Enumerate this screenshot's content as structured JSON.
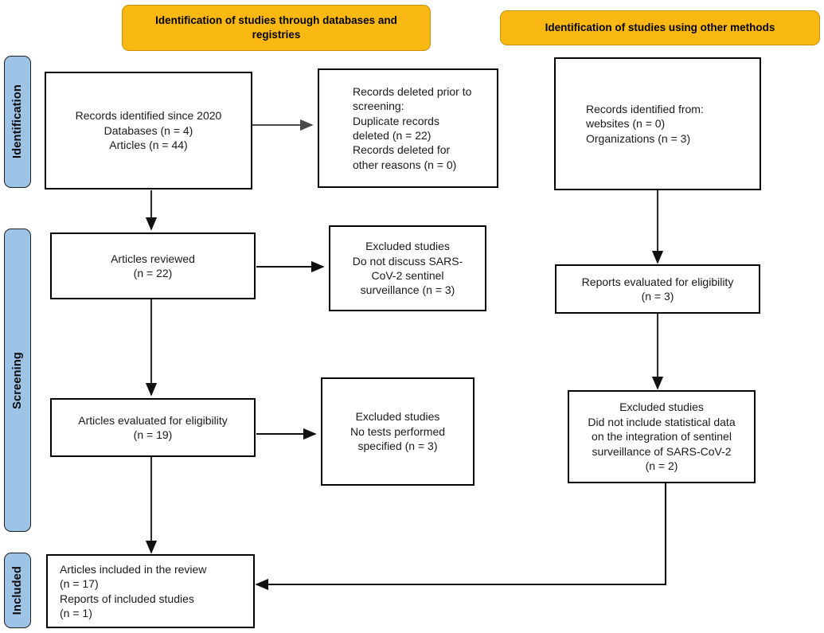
{
  "diagram": {
    "type": "prisma-flow-diagram",
    "title": "PRISMA flow diagram",
    "colors": {
      "banner_fill": "#FAB813",
      "banner_border": "#C98F08",
      "stagebar_fill": "#9DC3E6",
      "stagebar_border": "#1F1F1F",
      "box_fill": "#FFFFFF",
      "box_border": "#000000",
      "connector": "#000000",
      "text": "#1A1A1A"
    }
  },
  "banners": [
    {
      "id": "databases-registries",
      "label": "Identification of studies through databases and registries"
    },
    {
      "id": "other-methods",
      "label": "Identification of studies using other methods"
    }
  ],
  "stage_bars": [
    {
      "id": "identification",
      "label": "Identification"
    },
    {
      "id": "screening",
      "label": "Screening"
    },
    {
      "id": "included",
      "label": "Included"
    }
  ],
  "boxes": {
    "records_identified": {
      "id": "records-identified",
      "align": "center",
      "text": "Records identified since 2020\nDatabases (n = 4)\nArticles (n = 44)"
    },
    "records_deleted": {
      "id": "records-deleted-prior-to-screening",
      "align": "left",
      "text": "Records deleted prior to\nscreening:\nDuplicate records\ndeleted (n = 22)\nRecords deleted for\nother reasons (n = 0)"
    },
    "records_identified_other": {
      "id": "records-identified-other-methods",
      "align": "left",
      "text": "Records identified from:\nwebsites (n = 0)\nOrganizations (n = 3)"
    },
    "articles_reviewed": {
      "id": "articles-reviewed",
      "align": "center",
      "text": "Articles reviewed\n(n = 22)"
    },
    "excluded_no_discuss": {
      "id": "excluded-do-not-discuss",
      "align": "center",
      "text": "Excluded studies\nDo not discuss SARS-\nCoV-2 sentinel\nsurveillance (n = 3)"
    },
    "reports_evaluated": {
      "id": "reports-evaluated-for-eligibility",
      "align": "center",
      "text": "Reports evaluated for eligibility\n(n = 3)"
    },
    "articles_evaluated": {
      "id": "articles-evaluated-for-eligibility",
      "align": "center",
      "text": "Articles evaluated for eligibility\n(n = 19)"
    },
    "excluded_no_tests": {
      "id": "excluded-no-tests-performed",
      "align": "center",
      "text": "Excluded studies\nNo tests performed\nspecified (n = 3)"
    },
    "excluded_no_stats": {
      "id": "excluded-no-statistical-data",
      "align": "center",
      "text": "Excluded studies\nDid not include statistical data\non the integration of sentinel\nsurveillance of SARS-CoV-2\n(n = 2)"
    },
    "articles_included": {
      "id": "articles-included-in-review",
      "align": "left",
      "text": "Articles included in the review\n(n = 17)\nReports of included studies\n(n = 1)"
    }
  },
  "counts": {
    "databases": 4,
    "articles": 44,
    "duplicate_records_deleted": 22,
    "records_deleted_other_reasons": 0,
    "websites": 0,
    "organizations": 3,
    "articles_reviewed": 22,
    "excluded_do_not_discuss": 3,
    "reports_evaluated": 3,
    "articles_evaluated": 19,
    "excluded_no_tests": 3,
    "excluded_no_statistical_data": 2,
    "articles_included": 17,
    "reports_of_included_studies": 1
  }
}
